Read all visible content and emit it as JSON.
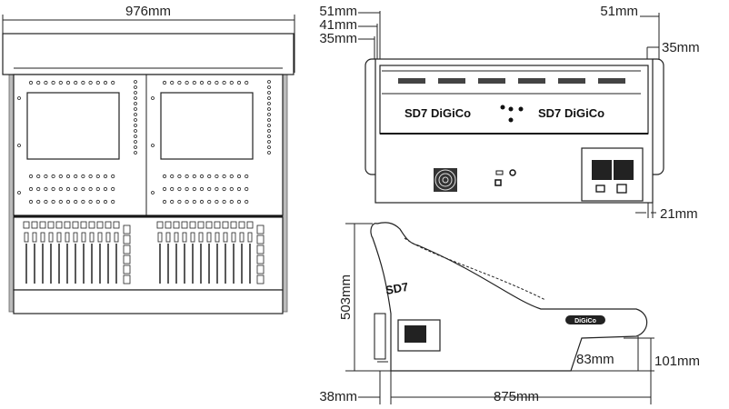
{
  "title": "DiGiCo SD7 console dimensions",
  "front_view": {
    "width_label": "976mm"
  },
  "rear_view": {
    "left_labels": [
      "51mm",
      "41mm",
      "35mm"
    ],
    "right_top_label": "51mm",
    "right_side_label": "35mm",
    "foot_label": "21mm",
    "brand_text": "DiGiCo",
    "model_text": "SD7"
  },
  "side_view": {
    "height_label": "503mm",
    "depth_label": "875mm",
    "front_lip_label": "38mm",
    "armrest_label": "83mm",
    "front_height_label": "101mm"
  }
}
